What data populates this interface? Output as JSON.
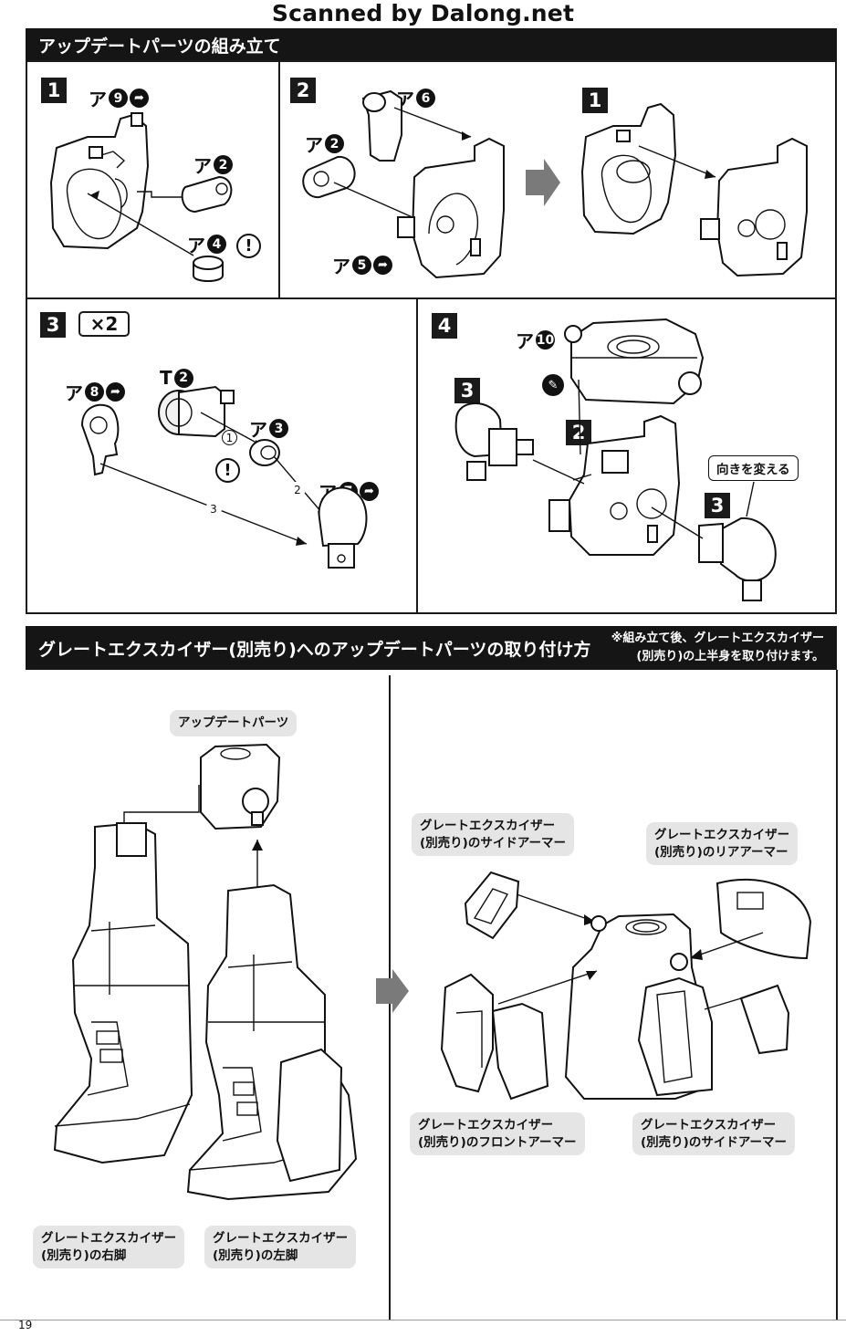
{
  "watermark": "Scanned by Dalong.net",
  "section1": {
    "title": "アップデートパーツの組み立て"
  },
  "step1": {
    "badge": "1",
    "labels": [
      {
        "prefix": "ア",
        "num": "9",
        "glue": true,
        "warn": false
      },
      {
        "prefix": "ア",
        "num": "2",
        "glue": false,
        "warn": false
      },
      {
        "prefix": "ア",
        "num": "4",
        "glue": false,
        "warn": true
      }
    ]
  },
  "step2": {
    "badge": "2",
    "labels": [
      {
        "prefix": "ア",
        "num": "6",
        "glue": false
      },
      {
        "prefix": "ア",
        "num": "2",
        "glue": false
      },
      {
        "prefix": "ア",
        "num": "5",
        "glue": true
      }
    ],
    "ref_badge": "1"
  },
  "step3": {
    "badge": "3",
    "multiplier": "×2",
    "labels": [
      {
        "prefix": "ア",
        "num": "8",
        "glue": true
      },
      {
        "prefix": "T",
        "num": "2",
        "glue": false
      },
      {
        "prefix": "ア",
        "num": "3",
        "glue": false
      },
      {
        "prefix": "ア",
        "num": "7",
        "glue": true
      }
    ],
    "order": [
      "1",
      "2",
      "3"
    ],
    "warn": "!"
  },
  "step4": {
    "badge": "4",
    "label": {
      "prefix": "ア",
      "num": "10"
    },
    "ref_badges": [
      "3",
      "2",
      "3"
    ],
    "callout": "向きを変える"
  },
  "section2": {
    "title": "グレートエクスカイザー(別売り)へのアップデートパーツの取り付け方",
    "note_lines": [
      "※組み立て後、グレートエクスカイザー",
      "(別売り)の上半身を取り付けます。"
    ]
  },
  "install": {
    "update_parts_label": "アップデートパーツ",
    "right_leg": [
      "グレートエクスカイザー",
      "(別売り)の右脚"
    ],
    "left_leg": [
      "グレートエクスカイザー",
      "(別売り)の左脚"
    ],
    "side_armor_top": [
      "グレートエクスカイザー",
      "(別売り)のサイドアーマー"
    ],
    "rear_armor": [
      "グレートエクスカイザー",
      "(別売り)のリアアーマー"
    ],
    "front_armor": [
      "グレートエクスカイザー",
      "(別売り)のフロントアーマー"
    ],
    "side_armor_bottom": [
      "グレートエクスカイザー",
      "(別売り)のサイドアーマー"
    ]
  },
  "footer": {
    "page": "19"
  },
  "icons": {
    "glue": "glue-cement-icon",
    "warning": "exclamation-warning-icon",
    "arrow": "next-step-arrow-icon",
    "marking": "marking-tool-icon"
  },
  "colors": {
    "bar": "#151515",
    "pill": "#e5e5e5",
    "line": "#111111"
  }
}
